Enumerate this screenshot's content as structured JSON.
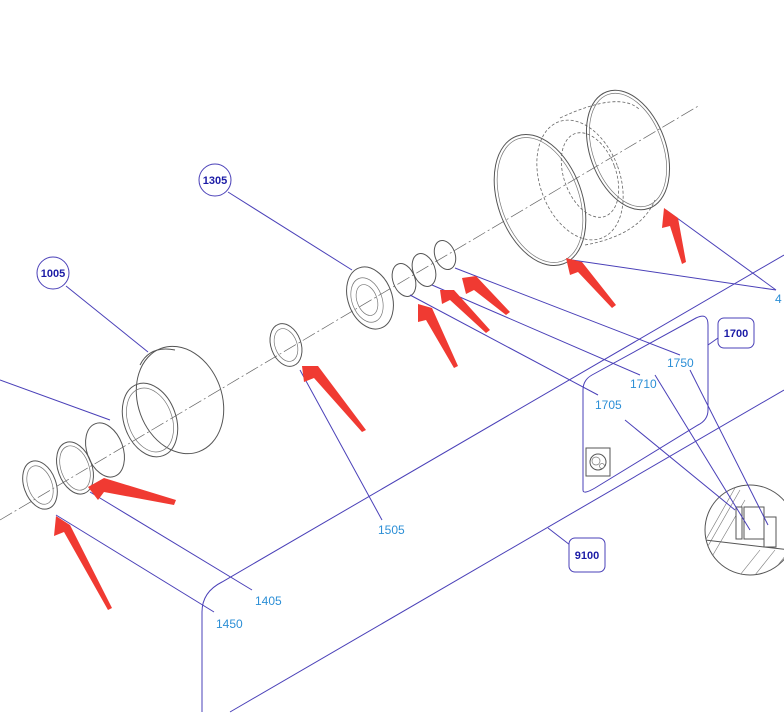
{
  "diagram": {
    "title": "Exploded parts view",
    "circle_labels": [
      {
        "id": "1305"
      },
      {
        "id": "1005"
      }
    ],
    "box_labels": [
      {
        "id": "1700"
      },
      {
        "id": "9100"
      }
    ],
    "part_numbers": [
      {
        "id": "1750"
      },
      {
        "id": "1710"
      },
      {
        "id": "1705"
      },
      {
        "id": "1505"
      },
      {
        "id": "1405"
      },
      {
        "id": "1450"
      },
      {
        "id": "4"
      }
    ],
    "colors": {
      "leader": "#4a40b8",
      "part_number": "#2c8fd6",
      "bubble_text": "#1b1ba6",
      "arrow": "#f03a32",
      "outline": "#555555"
    }
  }
}
